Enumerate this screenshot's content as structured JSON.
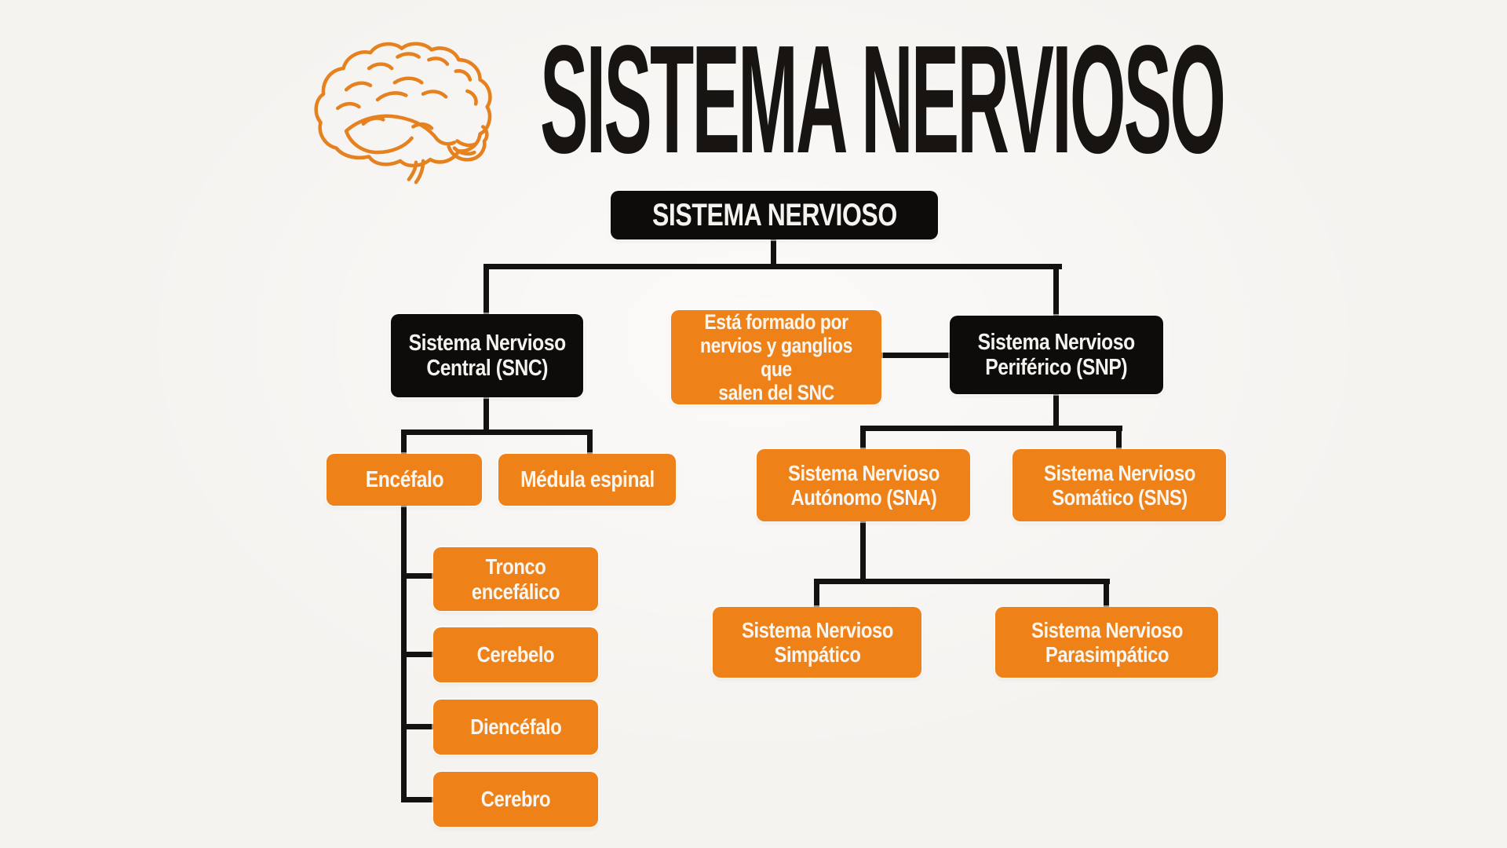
{
  "header": {
    "title": "SISTEMA NERVIOSO",
    "brain_icon": "brain-icon"
  },
  "diagram": {
    "root": {
      "label": "SISTEMA NERVIOSO"
    },
    "snc": {
      "label": "Sistema Nervioso\nCentral (SNC)"
    },
    "formado_note": {
      "label": "Está formado por\nnervios y ganglios que\nsalen del SNC"
    },
    "snp": {
      "label": "Sistema Nervioso\nPeriférico (SNP)"
    },
    "encefalo": {
      "label": "Encéfalo"
    },
    "medula": {
      "label": "Médula espinal"
    },
    "tronco": {
      "label": "Tronco\nencefálico"
    },
    "cerebelo": {
      "label": "Cerebelo"
    },
    "diencefalo": {
      "label": "Diencéfalo"
    },
    "cerebro": {
      "label": "Cerebro"
    },
    "sna": {
      "label": "Sistema Nervioso\nAutónomo (SNA)"
    },
    "sns": {
      "label": "Sistema Nervioso\nSomático (SNS)"
    },
    "simpatico": {
      "label": "Sistema Nervioso\nSimpático"
    },
    "parasimpatico": {
      "label": "Sistema Nervioso\nParasimpático"
    }
  },
  "colors": {
    "background": "#f5f3f0",
    "accent_orange": "#ee8219",
    "node_black": "#0d0c0b",
    "connector": "#141210",
    "brain_stroke": "#e6811f",
    "title_text": "#171412",
    "light_text": "#faf6ef"
  }
}
